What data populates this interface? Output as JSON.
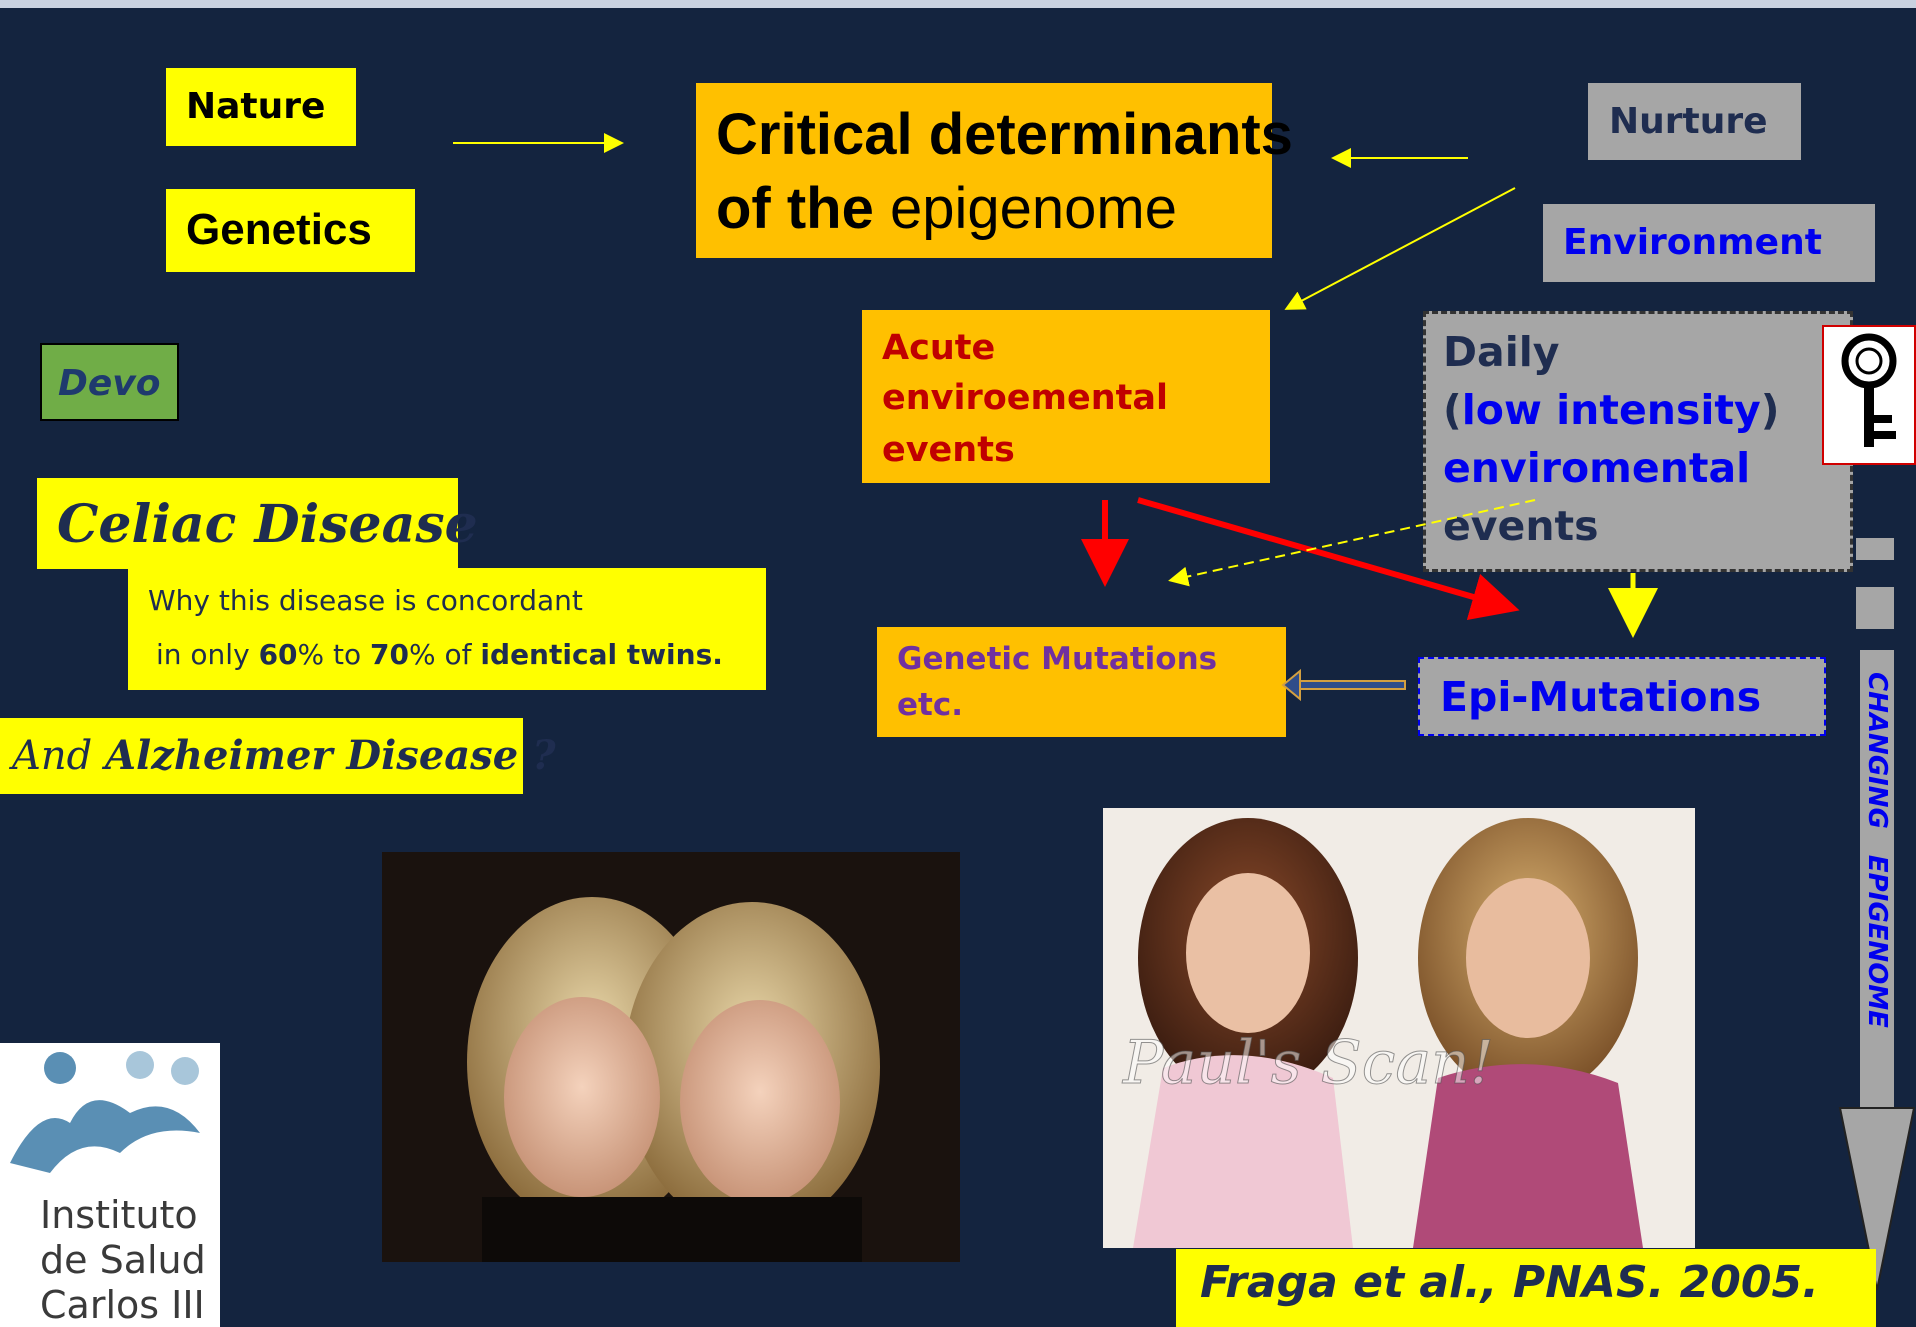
{
  "boxes": {
    "nature": "Nature",
    "genetics": "Genetics",
    "critical_line1": "Critical determinants",
    "critical_line2_bold": "of the",
    "critical_line2_plain": " epigenome",
    "nurture": "Nurture",
    "environment": "Environment",
    "devo": "Devo",
    "acute_line1": "Acute",
    "acute_line2": "enviroemental",
    "acute_line3": "events",
    "daily_line1": "Daily",
    "daily_paren_open": "(",
    "daily_low": "low intensity",
    "daily_paren_close": ")",
    "daily_line3": "enviromental",
    "daily_line4": "events",
    "celiac": "Celiac Disease",
    "why_line1": "Why this disease is concordant",
    "why_line2_a": "in only ",
    "why_60": "60",
    "why_line2_b": "% to ",
    "why_70": "70",
    "why_line2_c": "% of ",
    "why_twins": "identical twins.",
    "alz_a": "And ",
    "alz_b": "Alzheimer Disease ?",
    "genetic_mut_line1": "Genetic Mutations",
    "genetic_mut_line2": "etc.",
    "epi_mut": "Epi-Mutations",
    "changing": "CHANGING",
    "epigenome_vertical": "EPIGENOME",
    "citation": "Fraga et al., PNAS. 2005."
  },
  "logo": {
    "line1": "Instituto",
    "line2": "de Salud",
    "line3": "Carlos III"
  },
  "photos": {
    "watermark": "Paul's Scan!"
  },
  "colors": {
    "background": "#14243f",
    "yellow": "#ffff00",
    "gold": "#ffc000",
    "gray": "#a6a6a6",
    "blue_text": "#0000ee",
    "dark_red": "#c00000",
    "purple": "#7030a0",
    "navy_text": "#1f2d50",
    "green": "#70ad47"
  }
}
